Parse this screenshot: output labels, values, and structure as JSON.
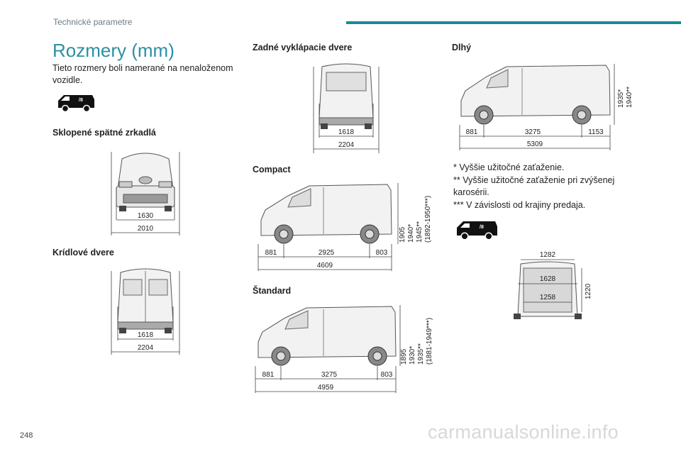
{
  "header": {
    "section": "Technické parametre"
  },
  "title": "Rozmery (mm)",
  "intro": "Tieto rozmery boli namerané na nenaloženom vozidle.",
  "sections": {
    "mirrors": "Sklopené spätné zrkadlá",
    "wing_doors": "Krídlové dvere",
    "tailgate": "Zadné vyklápacie dvere",
    "compact": "Compact",
    "standard": "Štandard",
    "long": "Dlhý"
  },
  "dims": {
    "mirrors": {
      "inner": "1630",
      "outer": "2010"
    },
    "wing_doors": {
      "inner": "1618",
      "outer": "2204"
    },
    "tailgate": {
      "inner": "1618",
      "outer": "2204"
    },
    "compact": {
      "front": "881",
      "wheelbase": "2925",
      "rear": "803",
      "total": "4609",
      "heights": [
        "1905",
        "1940*",
        "1945**",
        "(1892-1950***)"
      ]
    },
    "standard": {
      "front": "881",
      "wheelbase": "3275",
      "rear": "803",
      "total": "4959",
      "heights": [
        "1895",
        "1930*",
        "1935**",
        "(1881-1949***)"
      ]
    },
    "long": {
      "front": "881",
      "wheelbase": "3275",
      "rear": "1153",
      "total": "5309",
      "heights": [
        "1935*",
        "1940**"
      ]
    },
    "cargo": {
      "top": "1282",
      "middle": "1628",
      "bottom": "1258",
      "height": "1220"
    }
  },
  "footnotes": [
    "* Vyššie užitočné zaťaženie.",
    "** Vyššie užitočné zaťaženie pri zvýšenej",
    "karosérii.",
    "*** V závislosti od krajiny predaja."
  ],
  "page_number": "248",
  "watermark": "carmanualsonline.info"
}
